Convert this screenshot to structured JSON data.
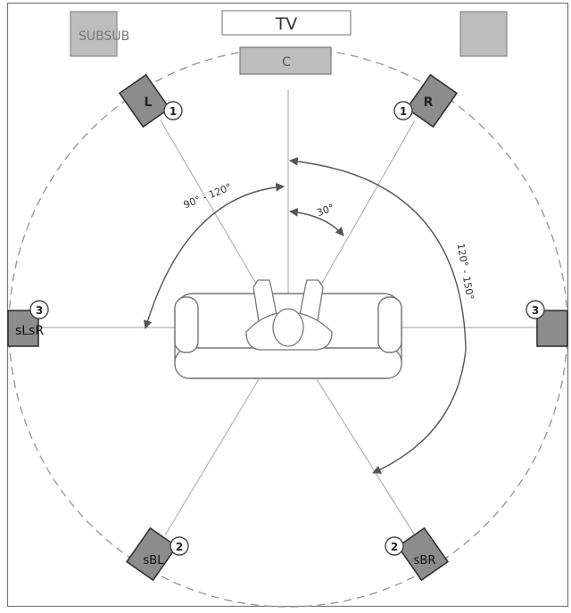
{
  "diagram": {
    "tv_label": "TV",
    "sub_left_label": "SUBSUB",
    "center_label": "C",
    "front_left_label": "L",
    "front_right_label": "R",
    "side_left_label": "sLsR",
    "surround_back_left_label": "sBL",
    "surround_back_right_label": "sBR",
    "badge_front": "1",
    "badge_back": "2",
    "badge_side": "3",
    "angle_front": "30°",
    "angle_side": "90° - 120°",
    "angle_back": "120° - 150°"
  },
  "colors": {
    "speaker_fill": "#8c8c8c",
    "speaker_stroke": "#333333",
    "box_fill": "#bdbdbd",
    "line_color": "#b3b3b3",
    "arc_color": "#555555"
  }
}
